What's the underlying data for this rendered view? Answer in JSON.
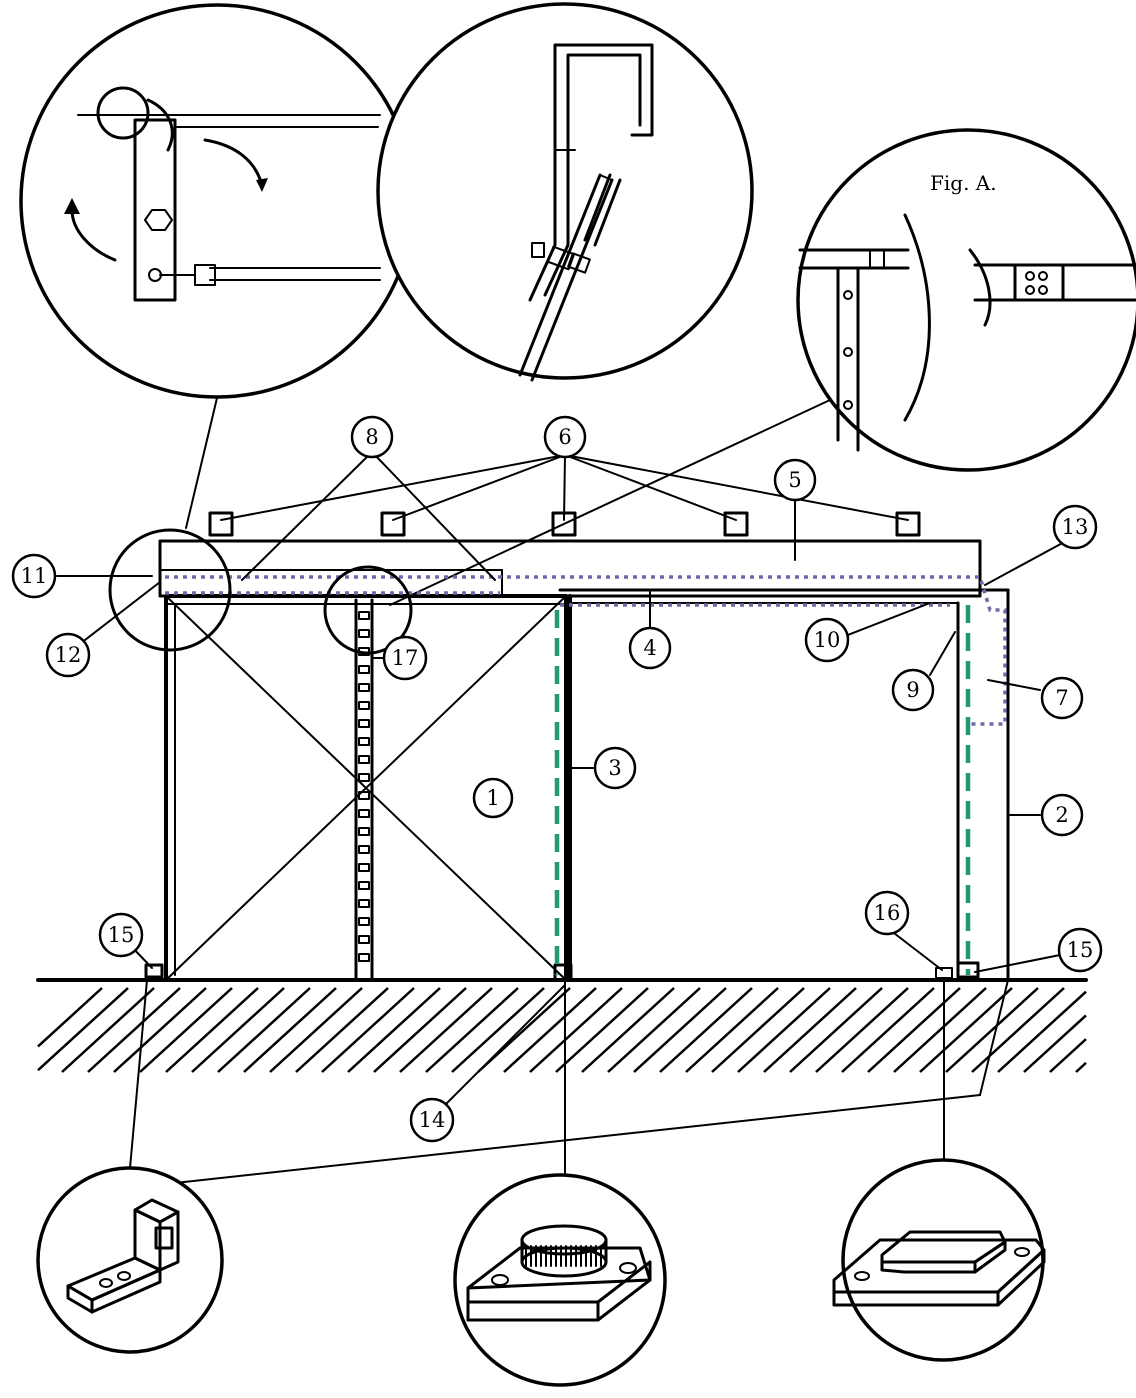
{
  "figure_label": "Fig. A.",
  "callouts": [
    {
      "id": "c1",
      "text": "1"
    },
    {
      "id": "c2",
      "text": "2"
    },
    {
      "id": "c3",
      "text": "3"
    },
    {
      "id": "c4",
      "text": "4"
    },
    {
      "id": "c5",
      "text": "5"
    },
    {
      "id": "c6",
      "text": "6"
    },
    {
      "id": "c7",
      "text": "7"
    },
    {
      "id": "c8",
      "text": "8"
    },
    {
      "id": "c9",
      "text": "9"
    },
    {
      "id": "c10",
      "text": "10"
    },
    {
      "id": "c11",
      "text": "11"
    },
    {
      "id": "c12",
      "text": "12"
    },
    {
      "id": "c13",
      "text": "13"
    },
    {
      "id": "c14",
      "text": "14"
    },
    {
      "id": "c15a",
      "text": "15"
    },
    {
      "id": "c15b",
      "text": "15"
    },
    {
      "id": "c16",
      "text": "16"
    },
    {
      "id": "c17",
      "text": "17"
    }
  ]
}
